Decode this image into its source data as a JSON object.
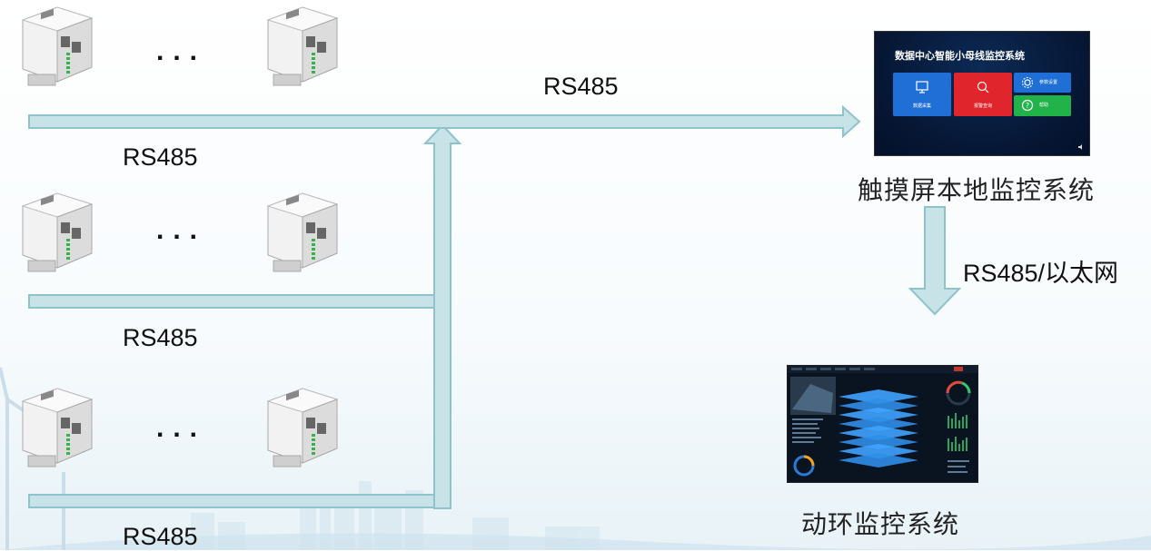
{
  "labels": {
    "bus_top_label": "RS485",
    "bus1_label": "RS485",
    "bus2_label": "RS485",
    "bus3_label": "RS485",
    "link_label": "RS485/以太网"
  },
  "ellipsis": "...",
  "touch_system": {
    "caption": "触摸屏本地监控系统",
    "screen_title": "数据中心智能小母线监控系统",
    "tiles": [
      {
        "label": "数据采集",
        "color": "#1f6fd6",
        "icon": "monitor-icon"
      },
      {
        "label": "报警查询",
        "color": "#e0262c",
        "icon": "search-icon"
      },
      {
        "label": "参数设置",
        "color": "#1f6fd6",
        "icon": "gear-icon"
      },
      {
        "label": "帮助",
        "color": "#22b24a",
        "icon": "help-icon"
      }
    ]
  },
  "dashboard_system": {
    "caption": "动环监控系统"
  },
  "colors": {
    "arrow_fill": "#c7e3e8",
    "arrow_stroke": "#8fc3cc",
    "background_skyline": "#cfe2ee"
  }
}
